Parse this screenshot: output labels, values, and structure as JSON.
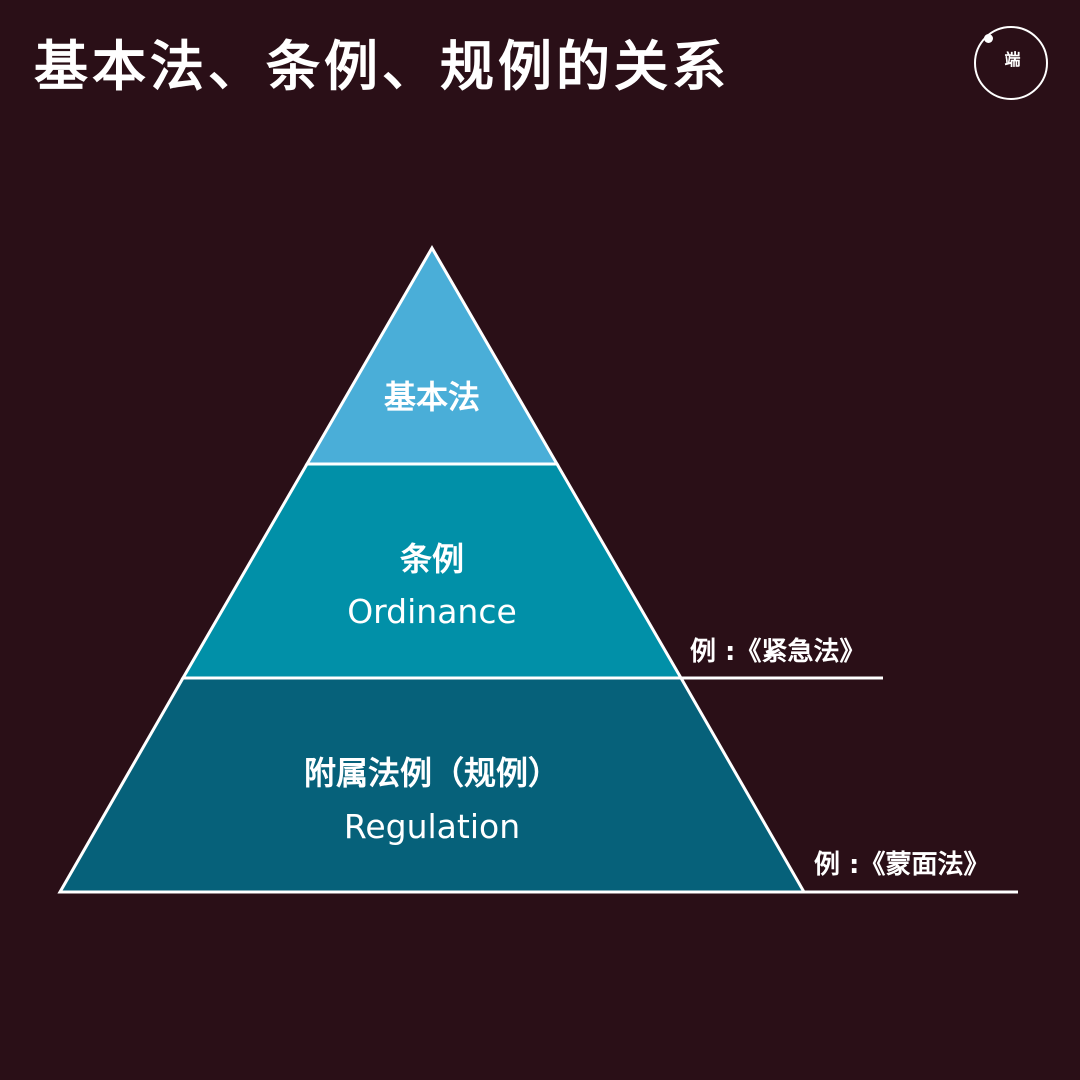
{
  "title": "基本法、条例、规例的关系",
  "logo": {
    "text": "端"
  },
  "pyramid": {
    "levels": [
      {
        "zh": "基本法",
        "en": "",
        "color": "#4aaed8"
      },
      {
        "zh": "条例",
        "en": "Ordinance",
        "color": "#0190a8"
      },
      {
        "zh": "附属法例（规例）",
        "en": "Regulation",
        "color": "#06617a"
      }
    ],
    "examples": [
      {
        "text": "例 :《紧急法》"
      },
      {
        "text": "例 :《蒙面法》"
      }
    ],
    "outline_color": "#ffffff"
  }
}
